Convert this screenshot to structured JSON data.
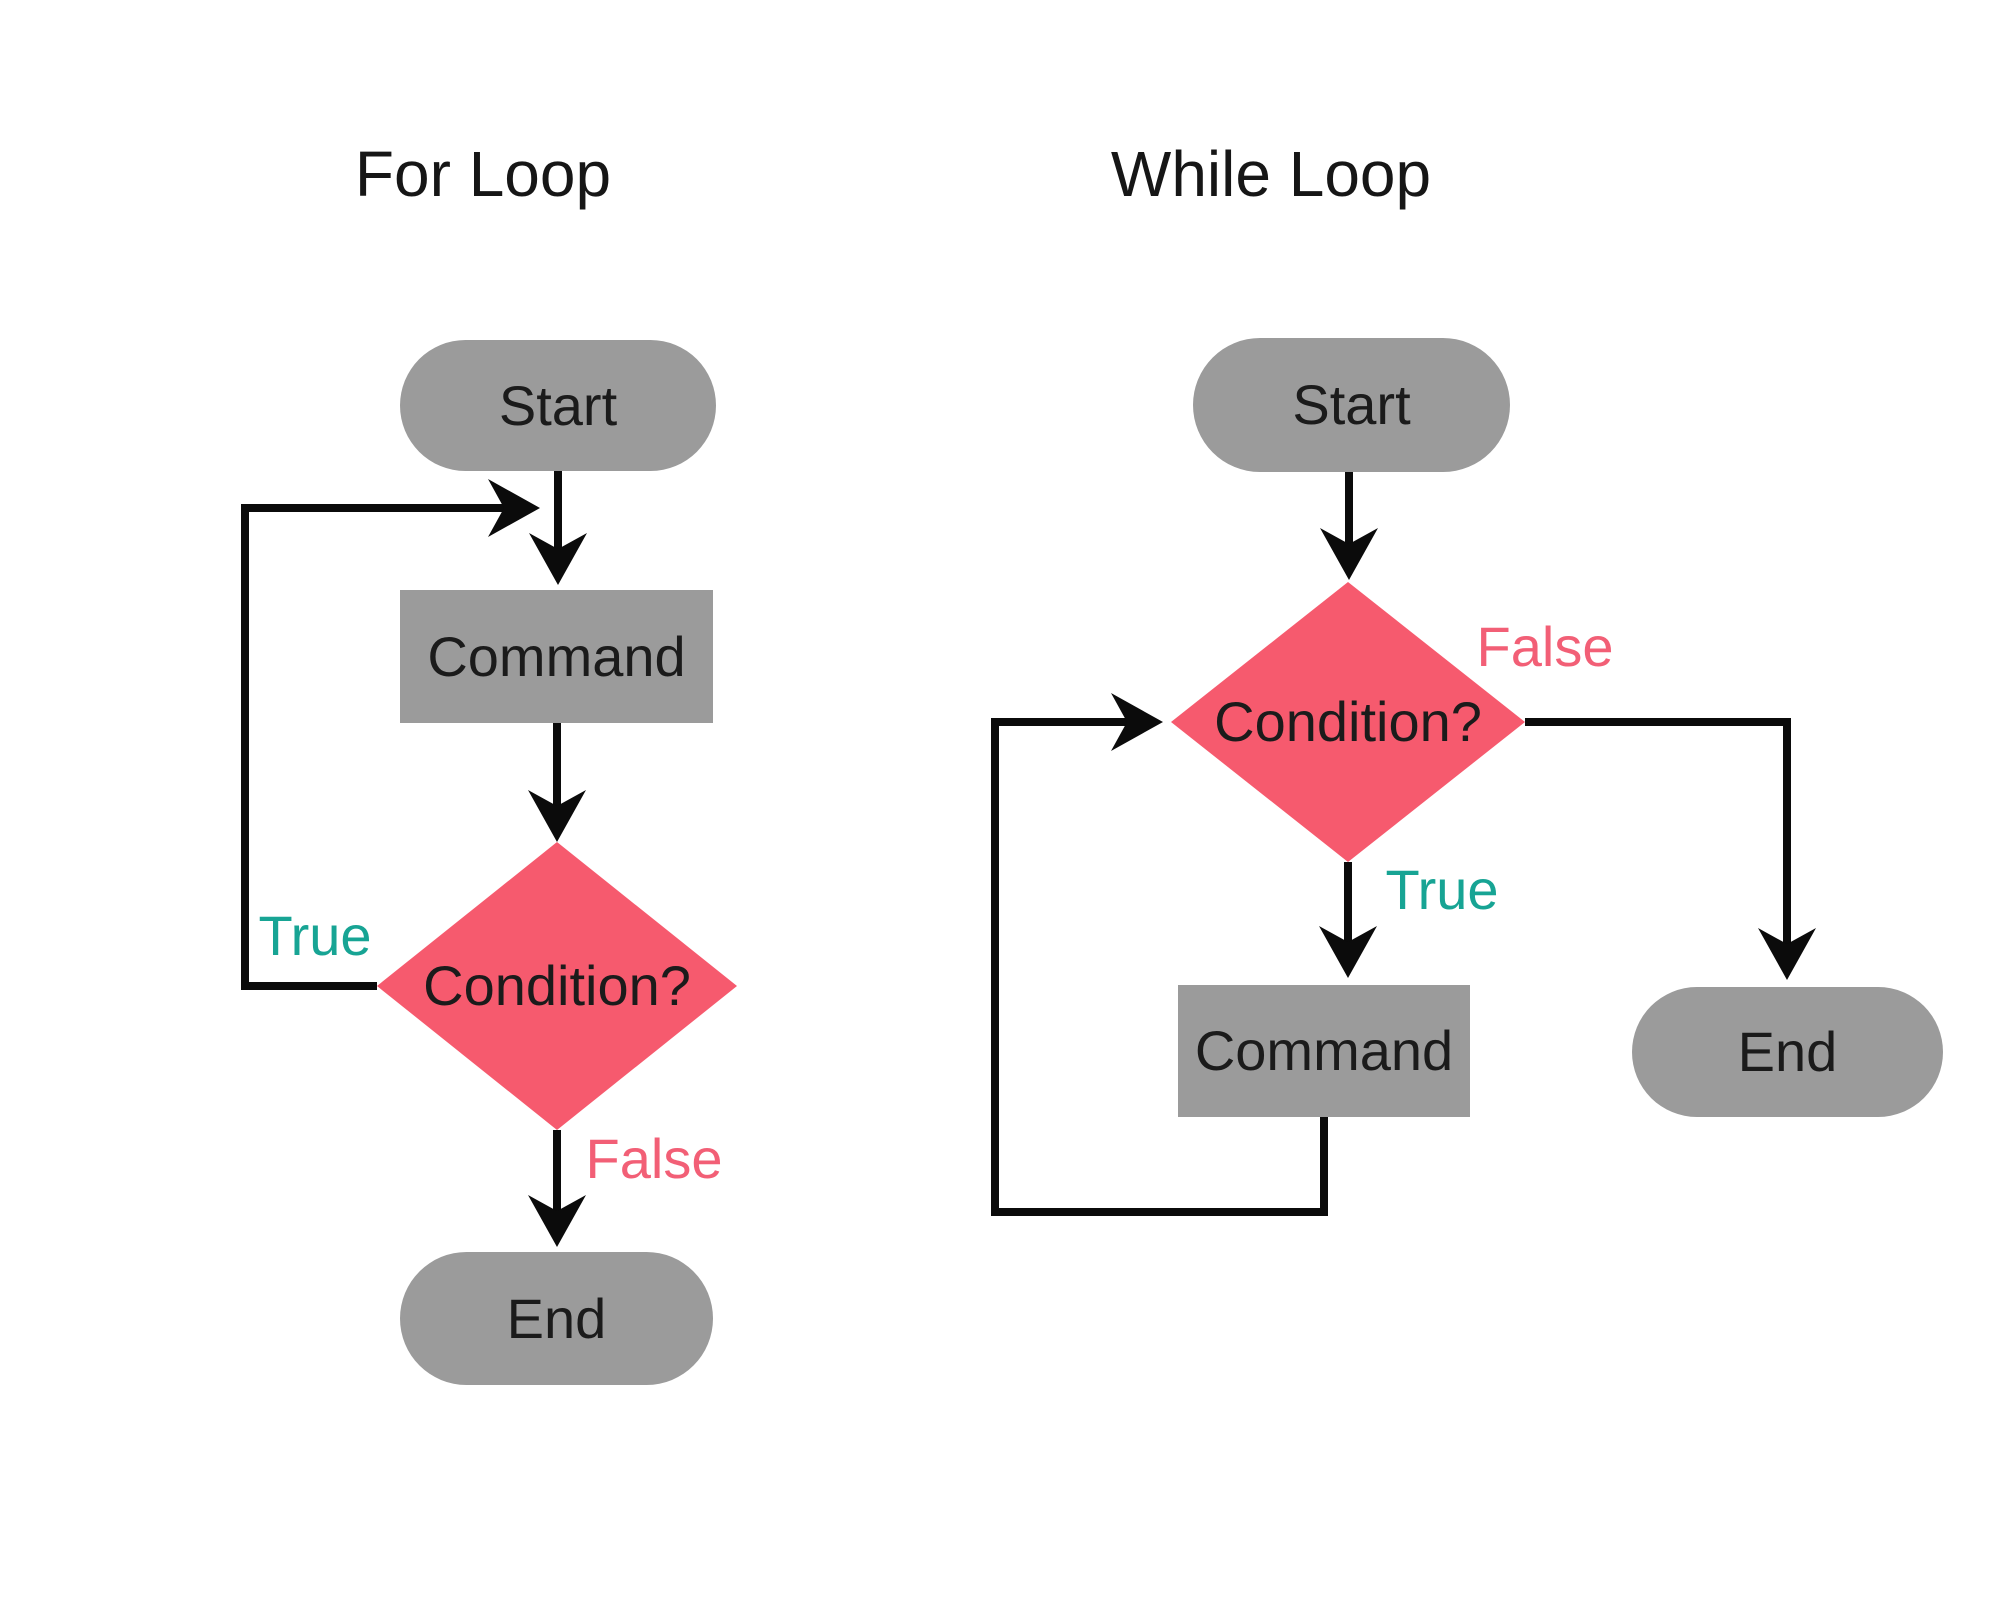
{
  "colors": {
    "node_gray": "#9b9b9b",
    "diamond_pink": "#f65a6e",
    "true_teal": "#17a494",
    "false_pink": "#f25f76",
    "line_black": "#0b0b0b",
    "background": "#ffffff"
  },
  "for_loop": {
    "title": "For Loop",
    "start": "Start",
    "command": "Command",
    "condition": "Condition?",
    "end": "End",
    "true_label": "True",
    "false_label": "False"
  },
  "while_loop": {
    "title": "While Loop",
    "start": "Start",
    "condition": "Condition?",
    "command": "Command",
    "end": "End",
    "true_label": "True",
    "false_label": "False"
  }
}
